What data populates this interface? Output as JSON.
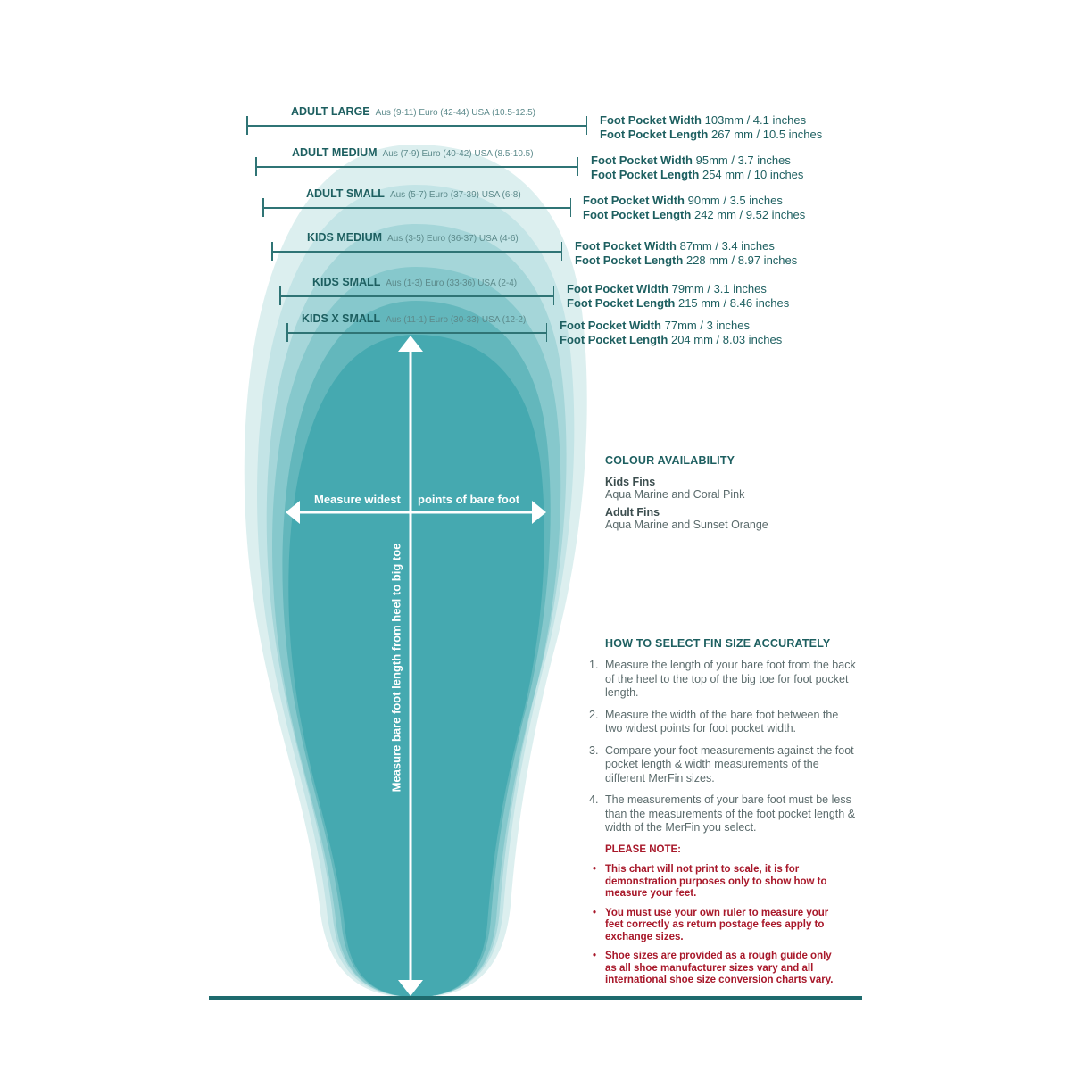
{
  "sizes": [
    {
      "name": "ADULT LARGE",
      "conversion": "Aus (9-11) Euro (42-44) USA (10.5-12.5)",
      "width_label": "Foot Pocket Width",
      "width_value": "103mm / 4.1 inches",
      "length_label": "Foot Pocket Length",
      "length_value": "267 mm / 10.5 inches"
    },
    {
      "name": "ADULT MEDIUM",
      "conversion": "Aus (7-9) Euro (40-42) USA (8.5-10.5)",
      "width_label": "Foot Pocket Width",
      "width_value": "95mm / 3.7 inches",
      "length_label": "Foot Pocket Length",
      "length_value": "254 mm / 10 inches"
    },
    {
      "name": "ADULT SMALL",
      "conversion": "Aus (5-7) Euro (37-39) USA (6-8)",
      "width_label": "Foot Pocket Width",
      "width_value": "90mm / 3.5 inches",
      "length_label": "Foot Pocket Length",
      "length_value": "242 mm / 9.52 inches"
    },
    {
      "name": "KIDS MEDIUM",
      "conversion": "Aus (3-5) Euro (36-37) USA (4-6)",
      "width_label": "Foot Pocket Width",
      "width_value": "87mm / 3.4 inches",
      "length_label": "Foot Pocket Length",
      "length_value": "228 mm / 8.97 inches"
    },
    {
      "name": "KIDS SMALL",
      "conversion": "Aus (1-3) Euro (33-36) USA (2-4)",
      "width_label": "Foot Pocket Width",
      "width_value": "79mm / 3.1 inches",
      "length_label": "Foot Pocket Length",
      "length_value": "215 mm / 8.46 inches"
    },
    {
      "name": "KIDS X SMALL",
      "conversion": "Aus (11-1) Euro (30-33) USA (12-2)",
      "width_label": "Foot Pocket Width",
      "width_value": "77mm / 3 inches",
      "length_label": "Foot Pocket Length",
      "length_value": "204 mm / 8.03 inches"
    }
  ],
  "measure": {
    "width_left": "Measure widest",
    "width_right": "points of bare foot",
    "length": "Measure bare foot length from heel to big toe"
  },
  "colour": {
    "heading": "COLOUR AVAILABILITY",
    "kids_label": "Kids Fins",
    "kids_value": "Aqua Marine and Coral Pink",
    "adult_label": "Adult Fins",
    "adult_value": "Aqua Marine and Sunset Orange"
  },
  "howto": {
    "heading": "HOW TO SELECT FIN SIZE ACCURATELY",
    "steps": [
      {
        "num": "1.",
        "text": "Measure the length of your bare foot from the back of the heel to the top of the big toe for foot pocket length."
      },
      {
        "num": "2.",
        "text": "Measure the width of the bare foot  between the two widest points for foot pocket width."
      },
      {
        "num": "3.",
        "text": "Compare your foot measurements against the foot pocket length & width measurements of the different MerFin sizes."
      },
      {
        "num": "4.",
        "text": "The measurements of your bare foot must be less than the measurements of the foot pocket length & width of the MerFin you select."
      }
    ]
  },
  "note": {
    "heading": "PLEASE NOTE:",
    "bullet": "•",
    "items": [
      "This chart will not print to scale, it is for demonstration purposes only to show how to measure your feet.",
      "You must use your own ruler to measure your feet correctly as return postage fees apply to exchange sizes.",
      "Shoe sizes are provided as a rough guide only as all shoe manufacturer sizes vary and all international shoe size conversion charts vary."
    ]
  },
  "colors": {
    "teal_dark": "#1d5f60",
    "foot_shades": [
      "#dcefef",
      "#c3e4e6",
      "#a5d6d9",
      "#86c8cc",
      "#63b7bc",
      "#45a9b0"
    ],
    "note_red": "#a8182a"
  }
}
